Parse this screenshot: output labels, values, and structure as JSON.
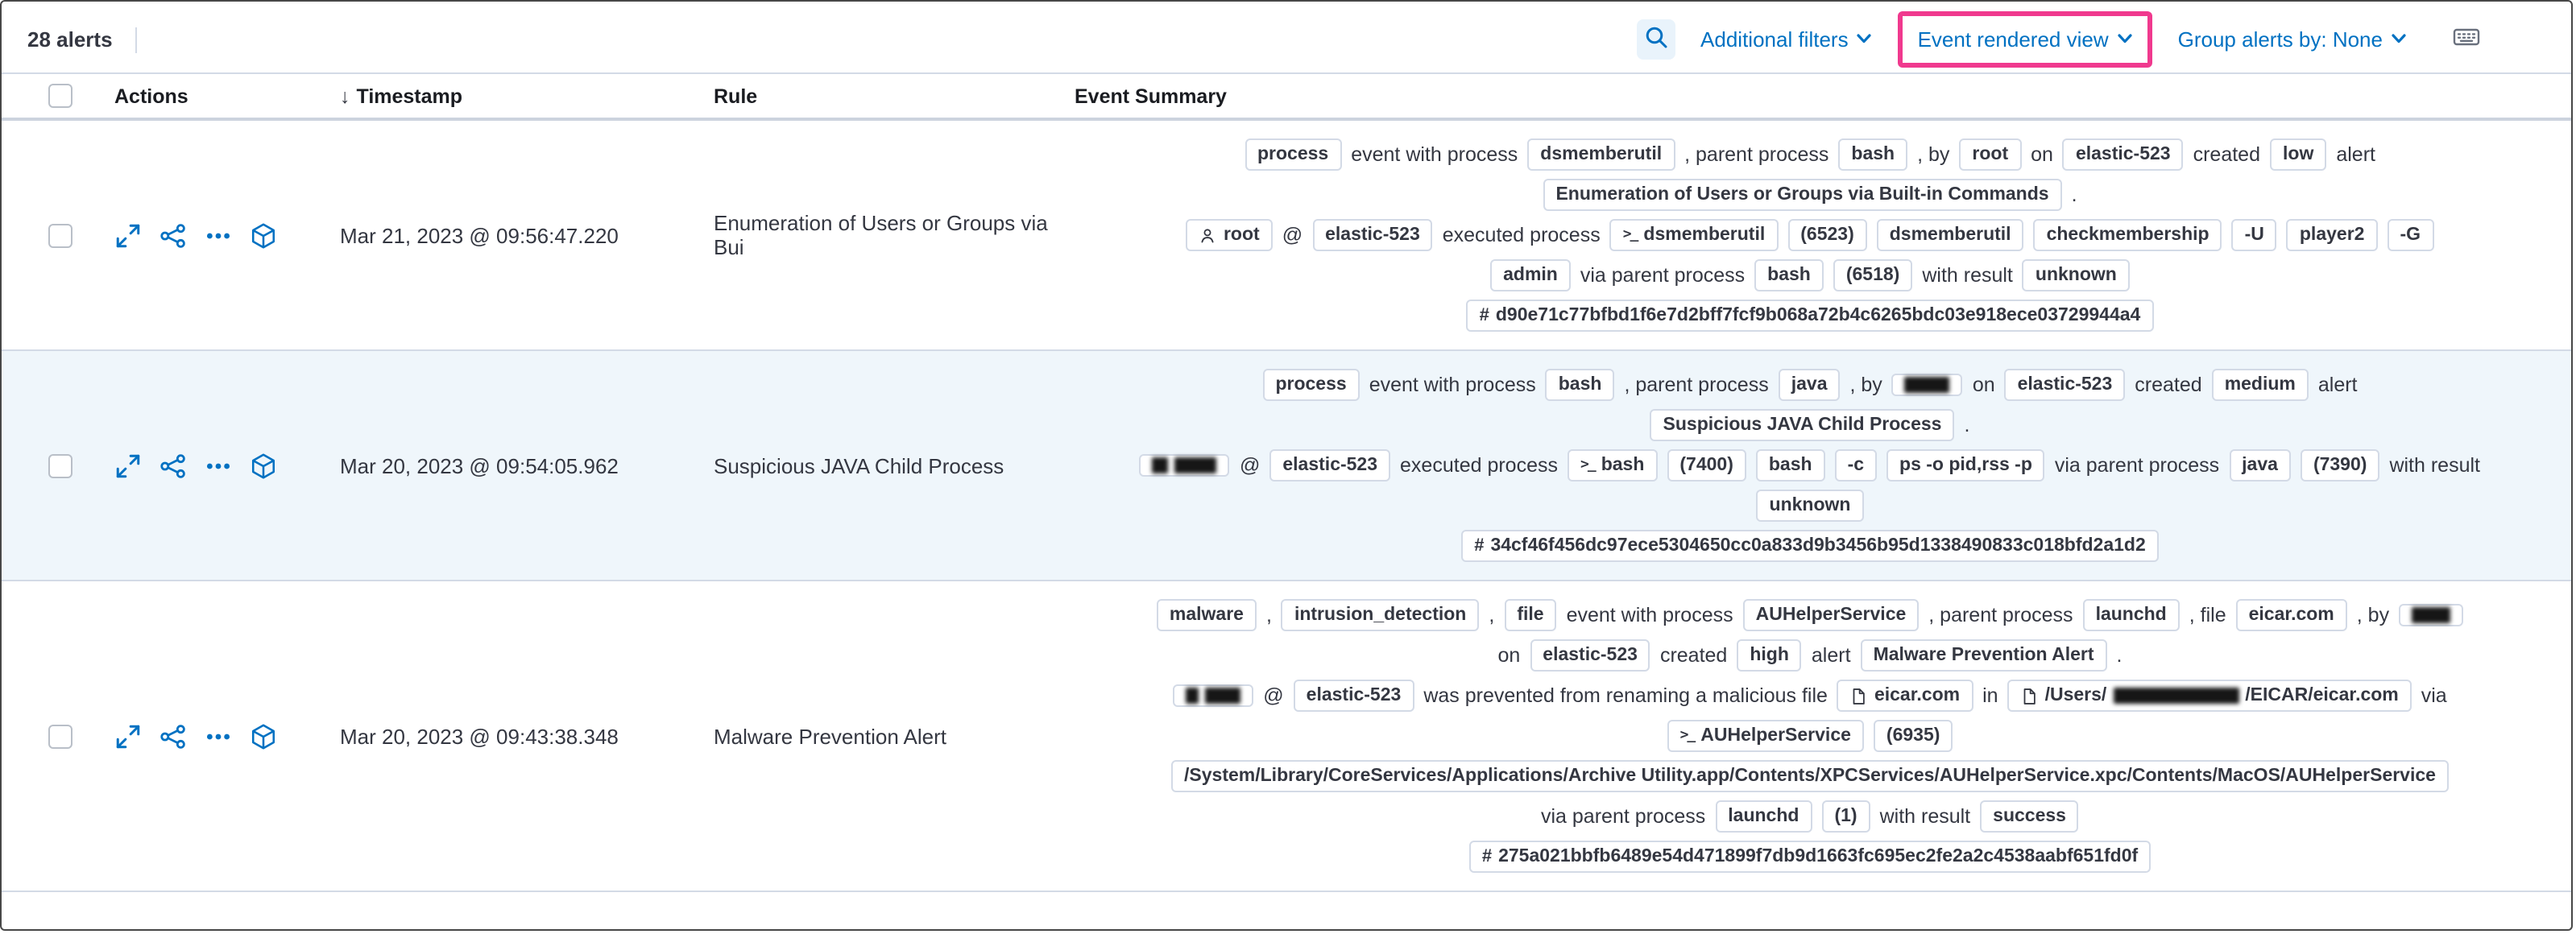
{
  "toolbar": {
    "alerts_count": "28 alerts",
    "additional_filters": "Additional filters",
    "event_rendered_view": "Event rendered view",
    "group_alerts_by": "Group alerts by: None"
  },
  "colors": {
    "link_blue": "#0071c2",
    "highlight_pink": "#f0398e",
    "row_stripe": "#eff6fb",
    "badge_border": "#d3dae6"
  },
  "table": {
    "icons": {
      "sort_desc": "↓"
    },
    "headers": {
      "actions": "Actions",
      "timestamp": "Timestamp",
      "rule": "Rule",
      "event_summary": "Event Summary"
    },
    "rows": [
      {
        "timestamp": "Mar 21, 2023 @ 09:56:47.220",
        "rule": "Enumeration of Users or Groups via Bui",
        "summary": [
          [
            {
              "t": "b",
              "v": "process"
            },
            {
              "t": "x",
              "v": "event with process"
            },
            {
              "t": "b",
              "v": "dsmemberutil"
            },
            {
              "t": "x",
              "v": ", parent process"
            },
            {
              "t": "b",
              "v": "bash"
            },
            {
              "t": "x",
              "v": ", by"
            },
            {
              "t": "b",
              "v": "root"
            },
            {
              "t": "x",
              "v": "on"
            },
            {
              "t": "b",
              "v": "elastic-523"
            },
            {
              "t": "x",
              "v": "created"
            },
            {
              "t": "b",
              "v": "low"
            },
            {
              "t": "x",
              "v": "alert"
            }
          ],
          [
            {
              "t": "b",
              "v": "Enumeration of Users or Groups via Built-in Commands"
            },
            {
              "t": "x",
              "v": "."
            }
          ],
          [
            {
              "t": "b",
              "v": "root",
              "icon": "user"
            },
            {
              "t": "x",
              "v": "@"
            },
            {
              "t": "b",
              "v": "elastic-523"
            },
            {
              "t": "x",
              "v": "executed process"
            },
            {
              "t": "b",
              "v": "dsmemberutil",
              "icon": "terminal"
            },
            {
              "t": "b",
              "v": "(6523)"
            },
            {
              "t": "b",
              "v": "dsmemberutil"
            },
            {
              "t": "b",
              "v": "checkmembership"
            },
            {
              "t": "b",
              "v": "-U"
            },
            {
              "t": "b",
              "v": "player2"
            },
            {
              "t": "b",
              "v": "-G"
            }
          ],
          [
            {
              "t": "b",
              "v": "admin"
            },
            {
              "t": "x",
              "v": "via parent process"
            },
            {
              "t": "b",
              "v": "bash"
            },
            {
              "t": "b",
              "v": "(6518)"
            },
            {
              "t": "x",
              "v": "with result"
            },
            {
              "t": "b",
              "v": "unknown"
            }
          ],
          [
            {
              "t": "b",
              "v": "d90e71c77bfbd1f6e7d2bff7fcf9b068a72b4c6265bdc03e918ece03729944a4",
              "icon": "hash"
            }
          ]
        ]
      },
      {
        "timestamp": "Mar 20, 2023 @ 09:54:05.962",
        "rule": "Suspicious JAVA Child Process",
        "summary": [
          [
            {
              "t": "b",
              "v": "process"
            },
            {
              "t": "x",
              "v": "event with process"
            },
            {
              "t": "b",
              "v": "bash"
            },
            {
              "t": "x",
              "v": ", parent process"
            },
            {
              "t": "b",
              "v": "java"
            },
            {
              "t": "x",
              "v": ", by"
            },
            {
              "t": "b",
              "parts": [
                {
                  "r": 28
                }
              ]
            },
            {
              "t": "x",
              "v": "on"
            },
            {
              "t": "b",
              "v": "elastic-523"
            },
            {
              "t": "x",
              "v": "created"
            },
            {
              "t": "b",
              "v": "medium"
            },
            {
              "t": "x",
              "v": "alert"
            }
          ],
          [
            {
              "t": "b",
              "v": "Suspicious JAVA Child Process"
            },
            {
              "t": "x",
              "v": "."
            }
          ],
          [
            {
              "t": "b",
              "parts": [
                {
                  "r": 10
                },
                {
                  "r": 26
                }
              ]
            },
            {
              "t": "x",
              "v": "@"
            },
            {
              "t": "b",
              "v": "elastic-523"
            },
            {
              "t": "x",
              "v": "executed process"
            },
            {
              "t": "b",
              "v": "bash",
              "icon": "terminal"
            },
            {
              "t": "b",
              "v": "(7400)"
            },
            {
              "t": "b",
              "v": "bash"
            },
            {
              "t": "b",
              "v": "-c"
            },
            {
              "t": "b",
              "v": "ps -o pid,rss -p"
            },
            {
              "t": "x",
              "v": "via parent process"
            },
            {
              "t": "b",
              "v": "java"
            },
            {
              "t": "b",
              "v": "(7390)"
            },
            {
              "t": "x",
              "v": "with result"
            }
          ],
          [
            {
              "t": "b",
              "v": "unknown"
            }
          ],
          [
            {
              "t": "b",
              "v": "34cf46f456dc97ece5304650cc0a833d9b3456b95d1338490833c018bfd2a1d2",
              "icon": "hash"
            }
          ]
        ]
      },
      {
        "timestamp": "Mar 20, 2023 @ 09:43:38.348",
        "rule": "Malware Prevention Alert",
        "summary": [
          [
            {
              "t": "b",
              "v": "malware"
            },
            {
              "t": "x",
              "v": ","
            },
            {
              "t": "b",
              "v": "intrusion_detection"
            },
            {
              "t": "x",
              "v": ","
            },
            {
              "t": "b",
              "v": "file"
            },
            {
              "t": "x",
              "v": "event with process"
            },
            {
              "t": "b",
              "v": "AUHelperService"
            },
            {
              "t": "x",
              "v": ", parent process"
            },
            {
              "t": "b",
              "v": "launchd"
            },
            {
              "t": "x",
              "v": ", file"
            },
            {
              "t": "b",
              "v": "eicar.com"
            },
            {
              "t": "x",
              "v": ", by"
            },
            {
              "t": "b",
              "parts": [
                {
                  "r": 24
                }
              ]
            }
          ],
          [
            {
              "t": "x",
              "v": "on"
            },
            {
              "t": "b",
              "v": "elastic-523"
            },
            {
              "t": "x",
              "v": "created"
            },
            {
              "t": "b",
              "v": "high"
            },
            {
              "t": "x",
              "v": "alert"
            },
            {
              "t": "b",
              "v": "Malware Prevention Alert"
            },
            {
              "t": "x",
              "v": "."
            }
          ],
          [
            {
              "t": "b",
              "parts": [
                {
                  "r": 8
                },
                {
                  "r": 22
                }
              ]
            },
            {
              "t": "x",
              "v": "@"
            },
            {
              "t": "b",
              "v": "elastic-523"
            },
            {
              "t": "x",
              "v": "was prevented from renaming a malicious file"
            },
            {
              "t": "b",
              "v": "eicar.com",
              "icon": "doc"
            },
            {
              "t": "x",
              "v": "in"
            },
            {
              "t": "b",
              "icon": "doc",
              "parts": [
                {
                  "x": "/Users/"
                },
                {
                  "r": 78
                },
                {
                  "x": "/EICAR/eicar.com"
                }
              ]
            },
            {
              "t": "x",
              "v": "via"
            }
          ],
          [
            {
              "t": "b",
              "v": "AUHelperService",
              "icon": "terminal"
            },
            {
              "t": "b",
              "v": "(6935)"
            }
          ],
          [
            {
              "t": "b",
              "v": "/System/Library/CoreServices/Applications/Archive Utility.app/Contents/XPCServices/AUHelperService.xpc/Contents/MacOS/AUHelperService"
            }
          ],
          [
            {
              "t": "x",
              "v": "via parent process"
            },
            {
              "t": "b",
              "v": "launchd"
            },
            {
              "t": "b",
              "v": "(1)"
            },
            {
              "t": "x",
              "v": "with result"
            },
            {
              "t": "b",
              "v": "success"
            }
          ],
          [
            {
              "t": "b",
              "v": "275a021bbfb6489e54d471899f7db9d1663fc695ec2fe2a2c4538aabf651fd0f",
              "icon": "hash"
            }
          ]
        ]
      }
    ]
  }
}
